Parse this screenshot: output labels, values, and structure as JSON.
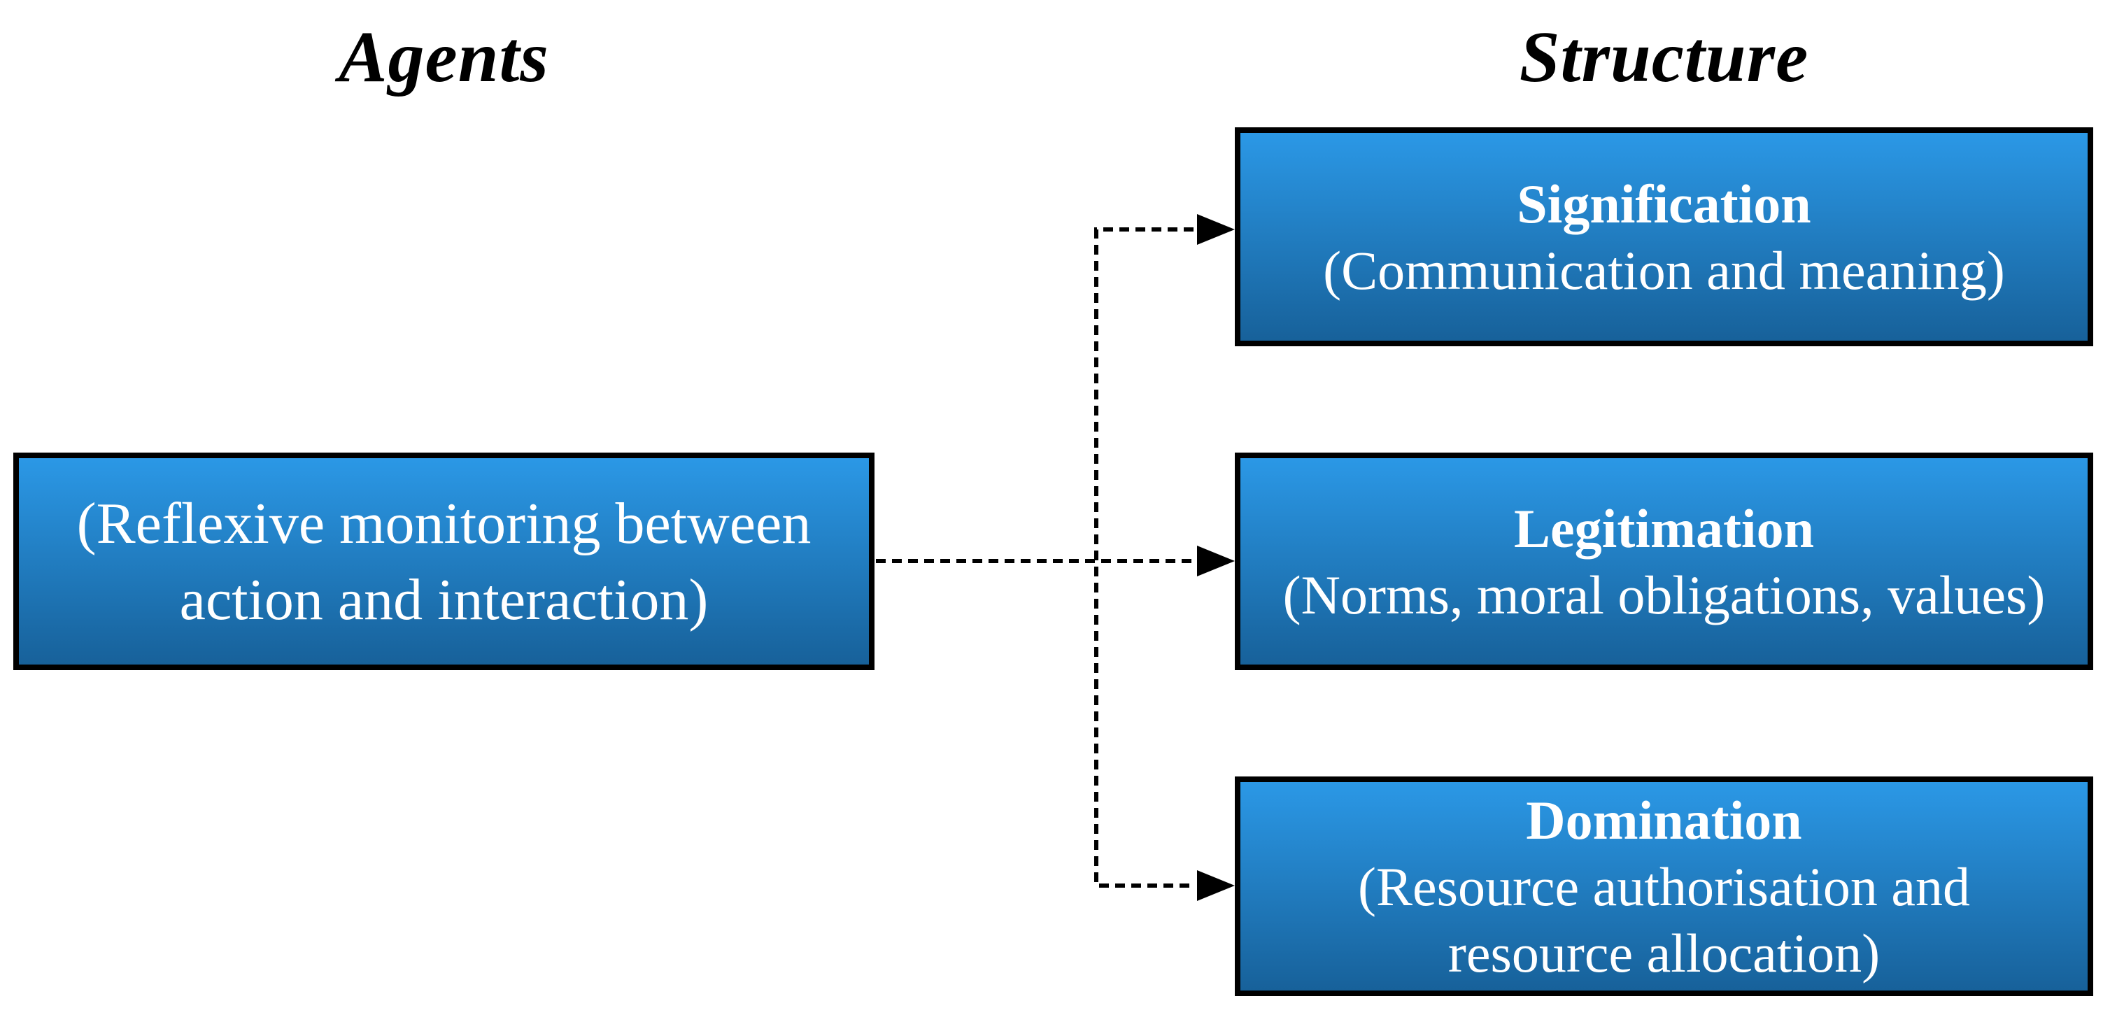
{
  "colors": {
    "page_background": "#FFFFFF",
    "box_gradient_top": "#2B98E6",
    "box_gradient_bottom": "#17619A",
    "box_border": "#000000",
    "box_text": "#FFFFFF",
    "heading_text": "#000000",
    "connector": "#000000"
  },
  "headings": {
    "agents": "Agents",
    "structure": "Structure"
  },
  "agents_box": {
    "lines": [
      "(Reflexive monitoring between",
      "action and interaction)"
    ]
  },
  "structure_boxes": [
    {
      "name": "Signification",
      "description_lines": [
        "(Communication and meaning)"
      ]
    },
    {
      "name": "Legitimation",
      "description_lines": [
        "(Norms, moral obligations, values)"
      ]
    },
    {
      "name": "Domination",
      "description_lines": [
        "(Resource authorisation and",
        "resource allocation)"
      ]
    }
  ]
}
